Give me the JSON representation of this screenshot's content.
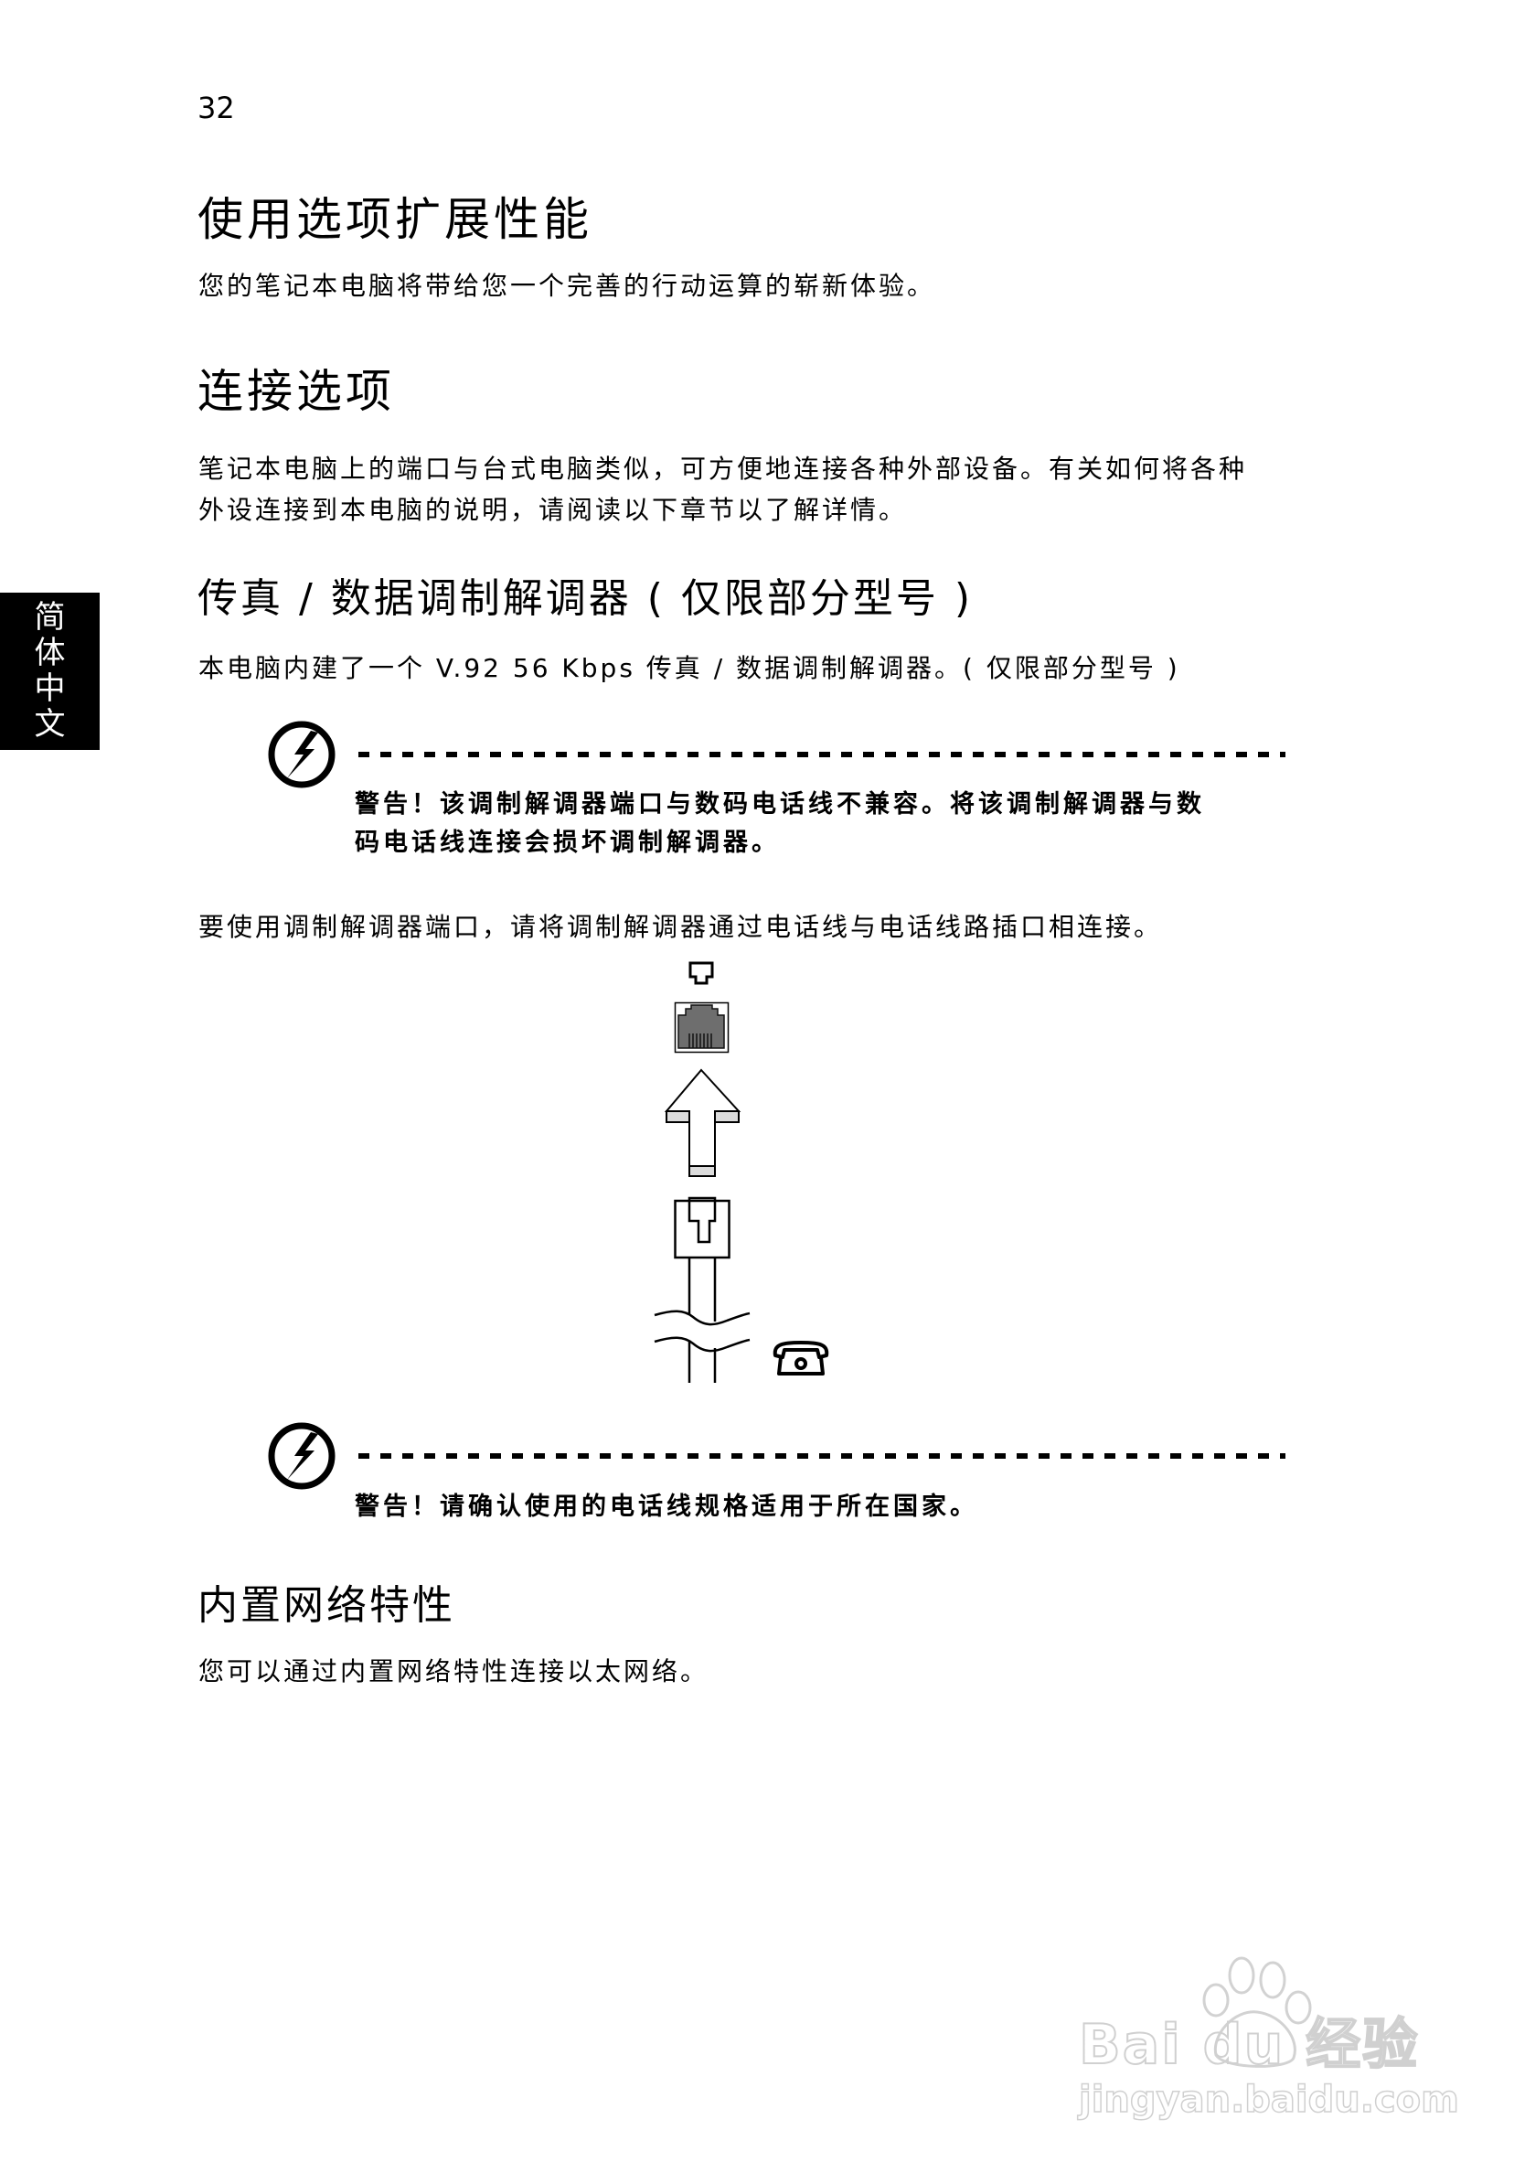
{
  "page": {
    "number": "32",
    "side_tab": [
      "简",
      "体",
      "中",
      "文"
    ]
  },
  "section_options": {
    "title": "使用选项扩展性能",
    "body": "您的笔记本电脑将带给您一个完善的行动运算的崭新体验。"
  },
  "section_connectivity": {
    "title": "连接选项",
    "body_lines": [
      "笔记本电脑上的端口与台式电脑类似，可方便地连接各种外部设备。有关如何将各种",
      "外设连接到本电脑的说明，请阅读以下章节以了解详情。"
    ]
  },
  "section_modem": {
    "title": "传真 / 数据调制解调器 ( 仅限部分型号 )",
    "body": "本电脑内建了一个 V.92 56 Kbps 传真 / 数据调制解调器。( 仅限部分型号 )",
    "warning_1": {
      "icon": "warning-lightning-icon",
      "lines": [
        "警告！该调制解调器端口与数码电话线不兼容。将该调制解调器与数",
        "码电话线连接会损坏调制解调器。"
      ]
    },
    "instruction": "要使用调制解调器端口，请将调制解调器通过电话线与电话线路插口相连接。",
    "diagram": {
      "icons": [
        "phone-port-symbol-icon",
        "rj11-port-icon",
        "up-arrow-icon",
        "rj11-plug-icon",
        "cable-break",
        "telephone-icon"
      ]
    },
    "warning_2": {
      "icon": "warning-lightning-icon",
      "lines": [
        "警告！请确认使用的电话线规格适用于所在国家。"
      ]
    }
  },
  "section_network": {
    "title": "内置网络特性",
    "body": "您可以通过内置网络特性连接以太网络。"
  },
  "watermark": {
    "brand": "Bai du 经验",
    "url": "jingyan.baidu.com",
    "color": "#d0d0d0"
  }
}
